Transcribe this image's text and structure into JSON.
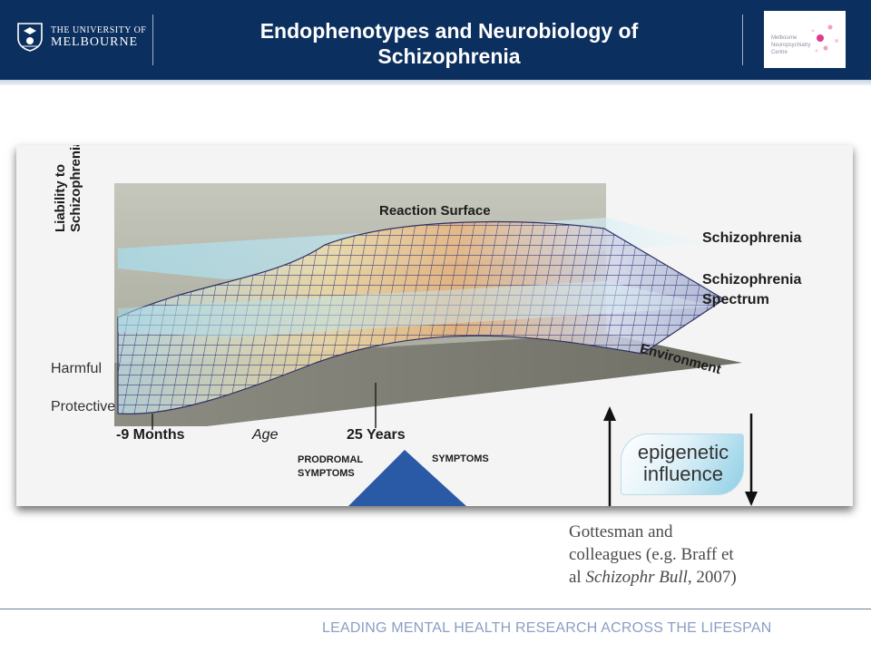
{
  "header": {
    "university": {
      "line1": "THE UNIVERSITY OF",
      "line2": "MELBOURNE"
    },
    "title": "Endophenotypes and Neurobiology of Schizophrenia",
    "partner_logo": {
      "text": [
        "Melbourne",
        "Neuropsychiatry",
        "Centre"
      ]
    }
  },
  "figure": {
    "y_axis_label": [
      "Liability to",
      "Schizophrenia"
    ],
    "reaction_surface": "Reaction Surface",
    "planes": {
      "schizophrenia": "Schizophrenia",
      "spectrum": [
        "Schizophrenia",
        "Spectrum"
      ]
    },
    "environment": "Environment",
    "harmful": "Harmful",
    "protective": "Protective",
    "age_labels": {
      "start": "-9 Months",
      "axis": "Age",
      "end": "25 Years"
    },
    "phases": {
      "prodromal": [
        "PRODROMAL",
        "SYMPTOMS"
      ],
      "symptoms": "SYMPTOMS"
    },
    "epigenetic": [
      "epigenetic",
      "influence"
    ],
    "colors": {
      "plane": "#bfe6ef",
      "grid": "#3a3f78",
      "warm": "#e0703a",
      "triangle": "#2a5aa6"
    }
  },
  "caption": {
    "line1": "Gottesman and",
    "line2": "colleagues (e.g. Braff et",
    "prefix": "al ",
    "journal": "Schizophr Bull",
    "suffix": ", 2007)"
  },
  "footer": {
    "tagline": "LEADING MENTAL HEALTH RESEARCH ACROSS THE LIFESPAN"
  }
}
